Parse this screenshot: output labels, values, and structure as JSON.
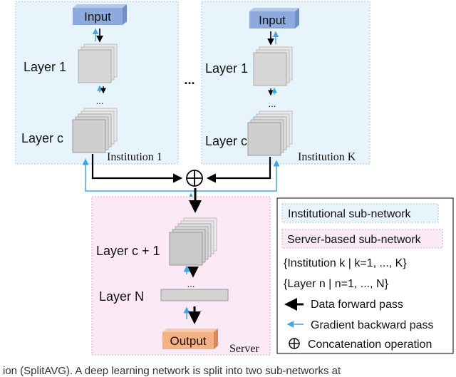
{
  "institutions": [
    {
      "input": "Input",
      "layer_top": "Layer 1",
      "layer_bottom": "Layer c",
      "name": "Institution 1"
    },
    {
      "input": "Input",
      "layer_top": "Layer 1",
      "layer_bottom": "Layer c",
      "name": "Institution K"
    }
  ],
  "ellipsis_between": "...",
  "concat_symbol": "⊕",
  "server": {
    "layer_top": "Layer c + 1",
    "layer_bottom": "Layer N",
    "output": "Output",
    "name": "Server"
  },
  "dots": "...",
  "legend": {
    "institutional": "Institutional sub-network",
    "server_based": "Server-based sub-network",
    "institution_set": "{Institution k | k=1, ..., K}",
    "layer_set": "{Layer n | n=1, ..., N}",
    "forward": "Data forward pass",
    "backward": "Gradient backward pass",
    "concat": "Concatenation operation"
  },
  "caption": "ion (SplitAVG). A deep learning network is split into two sub-networks at",
  "colors": {
    "institution_bg": "#e8f4fb",
    "server_bg": "#fbe9f5",
    "input_box": "#8ea9db",
    "output_box": "#f4b183",
    "layer_gray": "#d9d9d9",
    "gradient_arrow": "#3ea6e8",
    "forward_arrow": "#000000"
  }
}
